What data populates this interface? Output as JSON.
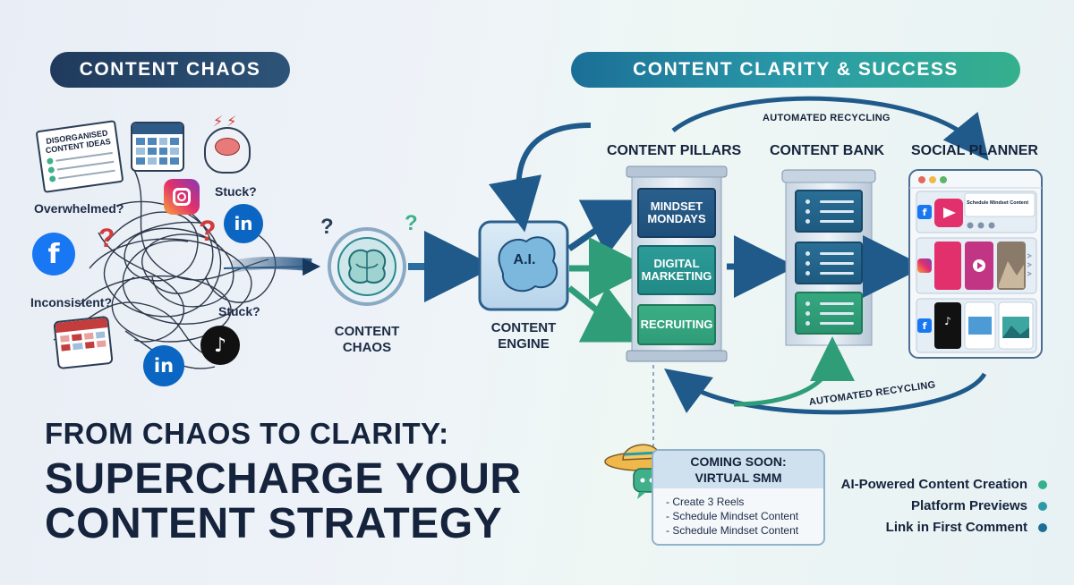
{
  "header": {
    "chaos_label": "CONTENT CHAOS",
    "clarity_label": "CONTENT CLARITY & SUCCESS"
  },
  "chaos": {
    "note_title": "DISORGANISED CONTENT IDEAS",
    "labels": {
      "overwhelmed": "Overwhelmed?",
      "inconsistent": "Inconsistent?",
      "stuck_top": "Stuck?",
      "stuck_bottom": "Stuck?"
    },
    "question_mark": "?"
  },
  "flow": {
    "chaos_brain_label_1": "CONTENT",
    "chaos_brain_label_2": "CHAOS",
    "engine_tag": "A.I.",
    "engine_label_1": "CONTENT",
    "engine_label_2": "ENGINE"
  },
  "columns": {
    "pillars_title": "CONTENT PILLARS",
    "bank_title": "CONTENT BANK",
    "planner_title": "SOCIAL PLANNER"
  },
  "pillars": [
    {
      "line1": "MINDSET",
      "line2": "MONDAYS"
    },
    {
      "line1": "DIGITAL",
      "line2": "MARKETING"
    },
    {
      "line1": "RECRUITING",
      "line2": ""
    }
  ],
  "planner": {
    "post_text": "Schedule Mindset Content"
  },
  "recycling": {
    "top": "AUTOMATED RECYCLING",
    "bottom": "AUTOMATED RECYCLING"
  },
  "headline": {
    "line1": "FROM CHAOS TO CLARITY:",
    "line2": "SUPERCHARGE YOUR",
    "line3": "CONTENT STRATEGY"
  },
  "coming_soon": {
    "title_1": "COMING SOON:",
    "title_2": "VIRTUAL SMM",
    "items": [
      "- Create 3 Reels",
      "- Schedule Mindset Content",
      "- Schedule Mindset Content"
    ]
  },
  "features": [
    "AI-Powered Content Creation",
    "Platform Previews",
    "Link in First Comment"
  ],
  "icons": {
    "facebook": "f",
    "linkedin": "in",
    "instagram": "instagram-icon",
    "tiktok": "♪"
  },
  "colors": {
    "navy": "#1f3a5c",
    "teal": "#2a9aa8",
    "green": "#35b08d",
    "facebook": "#1877f2",
    "linkedin": "#0a66c2",
    "pillar_blue": "#1e4f7a",
    "pillar_green": "#2f9d78"
  }
}
